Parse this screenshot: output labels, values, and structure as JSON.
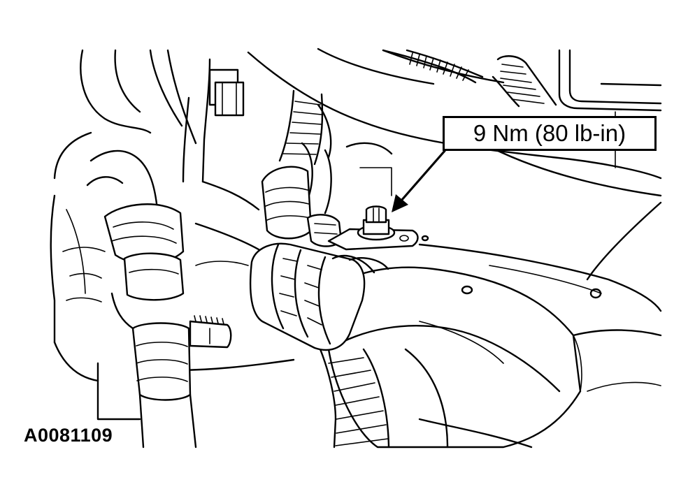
{
  "illustration": {
    "subject": "bolt-on-bracket-with-hoses"
  },
  "callout": {
    "torque_label": "9 Nm (80 lb-in)"
  },
  "figure": {
    "id_label": "A0081109"
  },
  "colors": {
    "ink": "#000000",
    "background": "#ffffff"
  }
}
